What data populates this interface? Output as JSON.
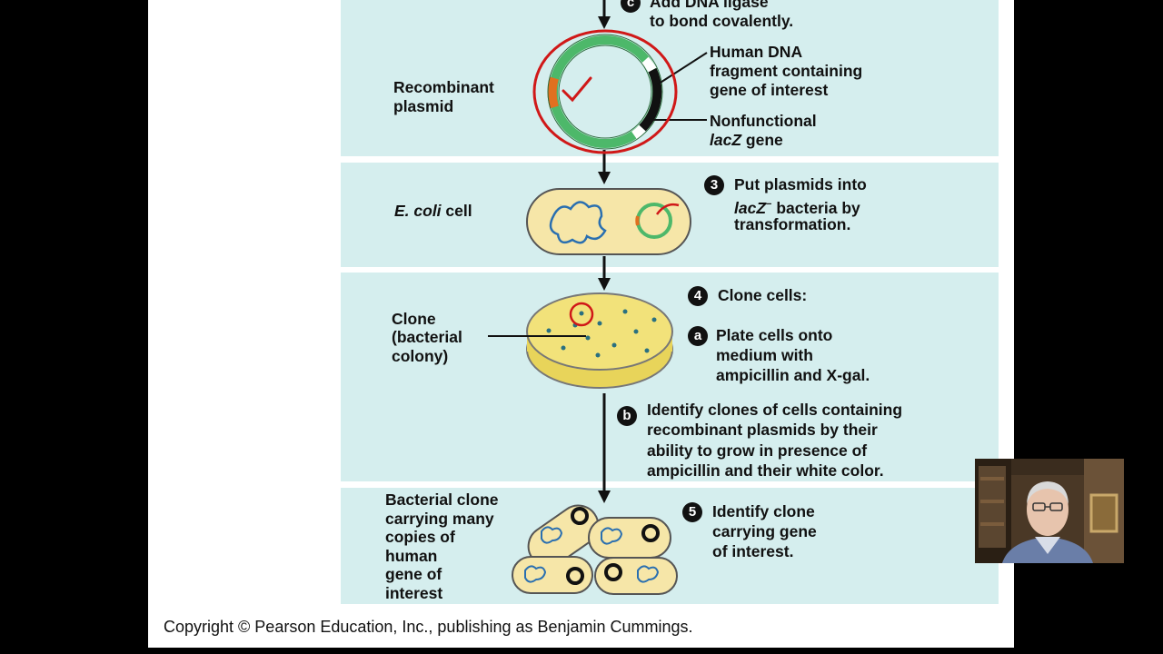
{
  "steps": {
    "step2c": {
      "badge": "c",
      "line1": "Add DNA ligase",
      "line2": "to bond covalently."
    },
    "step3": {
      "badge": "3",
      "line1": "Put plasmids into",
      "line2_gene": "lacZ",
      "line2_sup": "−",
      "line2_rest": " bacteria by",
      "line3": "transformation."
    },
    "step4": {
      "badge": "4",
      "label": "Clone cells:"
    },
    "step4a": {
      "badge": "a",
      "line1": "Plate cells onto",
      "line2": "medium with",
      "line3": "ampicillin and X-gal."
    },
    "step4b": {
      "badge": "b",
      "line1": "Identify clones of cells containing",
      "line2": "recombinant plasmids by their",
      "line3": "ability to grow in presence of",
      "line4": "ampicillin and their white color."
    },
    "step5": {
      "badge": "5",
      "line1": "Identify clone",
      "line2": "carrying gene",
      "line3": "of interest."
    }
  },
  "labels": {
    "recombinant_plasmid": {
      "line1": "Recombinant",
      "line2": "plasmid"
    },
    "human_dna": {
      "line1": "Human DNA",
      "line2": "fragment containing",
      "line3": "gene of interest"
    },
    "nonfunctional": {
      "line1": "Nonfunctional",
      "line2_gene": "lacZ",
      "line2_rest": " gene"
    },
    "ecoli": {
      "italic": "E. coli",
      "rest": " cell"
    },
    "clone": {
      "line1": "Clone",
      "line2": "(bacterial",
      "line3": "colony)"
    },
    "bacterial_clone": {
      "line1": "Bacterial clone",
      "line2": "carrying many",
      "line3": "copies of",
      "line4": "human",
      "line5": "gene of",
      "line6": "interest"
    }
  },
  "copyright": "Copyright © Pearson Education, Inc., publishing as Benjamin Cummings.",
  "colors": {
    "panel": "#d5eeee",
    "plasmid_green": "#4db86a",
    "lacz_orange": "#e07020",
    "annotation_red": "#d01818",
    "cell_fill": "#f6e6a8",
    "dish_yellow": "#f2e27a"
  },
  "icons": {
    "webcam": "presenter-webcam"
  }
}
